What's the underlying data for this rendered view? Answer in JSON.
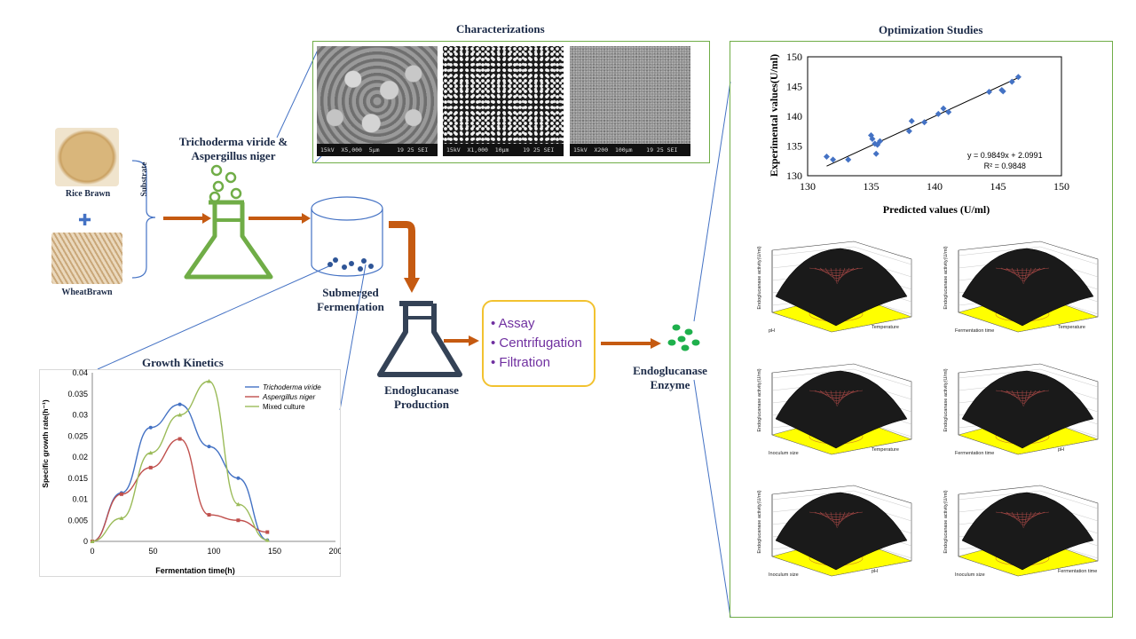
{
  "characterizations": {
    "title": "Characterizations",
    "sem_bars": [
      "15kV  X5,000  5µm     19 25 SEI",
      "15kV  X1,000  10µm    19 25 SEI",
      "15kV  X200  100µm    19 25 SEI"
    ]
  },
  "optimization": {
    "title": "Optimization Studies"
  },
  "substrate": {
    "rice": "Rice Brawn",
    "wheat": "WheatBrawn",
    "label": "Substrate"
  },
  "organisms": {
    "line1": "Trichoderma viride &",
    "line2": "Aspergillus niger"
  },
  "fermentation": {
    "line1": "Submerged",
    "line2": "Fermentation"
  },
  "production": {
    "line1": "Endoglucanase",
    "line2": "Production"
  },
  "assay": {
    "items": [
      "• Assay",
      "• Centrifugation",
      "• Filtration"
    ]
  },
  "enzyme": {
    "line1": "Endoglucanase",
    "line2": "Enzyme"
  },
  "colors": {
    "green": "#70ad47",
    "arrow": "#c55a11",
    "flask_dark": "#344256",
    "assay_border": "#f2c230",
    "text_purple": "#7030a0"
  },
  "chart_data": [
    {
      "type": "line",
      "title": "Growth Kinetics",
      "xlabel": "Fermentation time(h)",
      "ylabel": "Specific growth rate(h⁻¹)",
      "xlim": [
        0,
        200
      ],
      "ylim": [
        0,
        0.04
      ],
      "xticks": [
        "0",
        "50",
        "100",
        "150",
        "200"
      ],
      "yticks": [
        "0",
        "0.005",
        "0.01",
        "0.015",
        "0.02",
        "0.025",
        "0.03",
        "0.035",
        "0.04"
      ],
      "legend": "top-right",
      "series": [
        {
          "name": "Trichoderma viride",
          "color": "#4472c4",
          "x": [
            0,
            24,
            48,
            72,
            96,
            120,
            144
          ],
          "y": [
            0,
            0.0115,
            0.027,
            0.0325,
            0.0225,
            0.015,
            0.0003
          ]
        },
        {
          "name": "Aspergillus niger",
          "color": "#c0504d",
          "x": [
            0,
            24,
            48,
            72,
            96,
            120,
            144
          ],
          "y": [
            0,
            0.0112,
            0.0175,
            0.0243,
            0.0063,
            0.005,
            0.0022
          ]
        },
        {
          "name": "Mixed culture",
          "color": "#9bbb59",
          "x": [
            0,
            24,
            48,
            72,
            96,
            120,
            144
          ],
          "y": [
            0,
            0.0055,
            0.021,
            0.03,
            0.038,
            0.0088,
            0.0003
          ]
        }
      ]
    },
    {
      "type": "scatter",
      "xlabel": "Predicted values (U/ml)",
      "ylabel": "Experimental values(U/ml)",
      "xlim": [
        130,
        150
      ],
      "ylim": [
        130,
        150
      ],
      "xticks": [
        "130",
        "135",
        "140",
        "145",
        "150"
      ],
      "yticks": [
        "130",
        "135",
        "140",
        "145",
        "150"
      ],
      "equation": "y = 0.9849x + 2.0991",
      "r2": "R² = 0.9848",
      "points": [
        [
          131.5,
          133.2
        ],
        [
          132,
          132.7
        ],
        [
          133.2,
          132.7
        ],
        [
          135,
          136.8
        ],
        [
          135.1,
          136.2
        ],
        [
          135.3,
          135.4
        ],
        [
          135.4,
          133.7
        ],
        [
          135.5,
          135.2
        ],
        [
          135.7,
          135.8
        ],
        [
          138,
          137.5
        ],
        [
          138.2,
          139.2
        ],
        [
          139.2,
          139
        ],
        [
          140.3,
          140.4
        ],
        [
          140.7,
          141.3
        ],
        [
          141.1,
          140.7
        ],
        [
          144.3,
          144.1
        ],
        [
          145.3,
          144.4
        ],
        [
          145.4,
          144.2
        ],
        [
          146.1,
          145.8
        ],
        [
          146.6,
          146.6
        ]
      ]
    }
  ],
  "surfaces": [
    {
      "z": "Endoglucanase activity(U/ml)",
      "a": "pH",
      "b": "Temperature"
    },
    {
      "z": "Endoglucanase activity(U/ml)",
      "a": "Fermentation time",
      "b": "Temperature"
    },
    {
      "z": "Endoglucanase activity(U/ml)",
      "a": "Inoculum size",
      "b": "Temperature"
    },
    {
      "z": "Endoglucanase activity(U/ml)",
      "a": "Fermentation time",
      "b": "pH"
    },
    {
      "z": "Endoglucanase activity(U/ml)",
      "a": "Inoculum size",
      "b": "pH"
    },
    {
      "z": "Endoglucanase activity(U/ml)",
      "a": "Inoculum size",
      "b": "Fermentation time"
    }
  ]
}
